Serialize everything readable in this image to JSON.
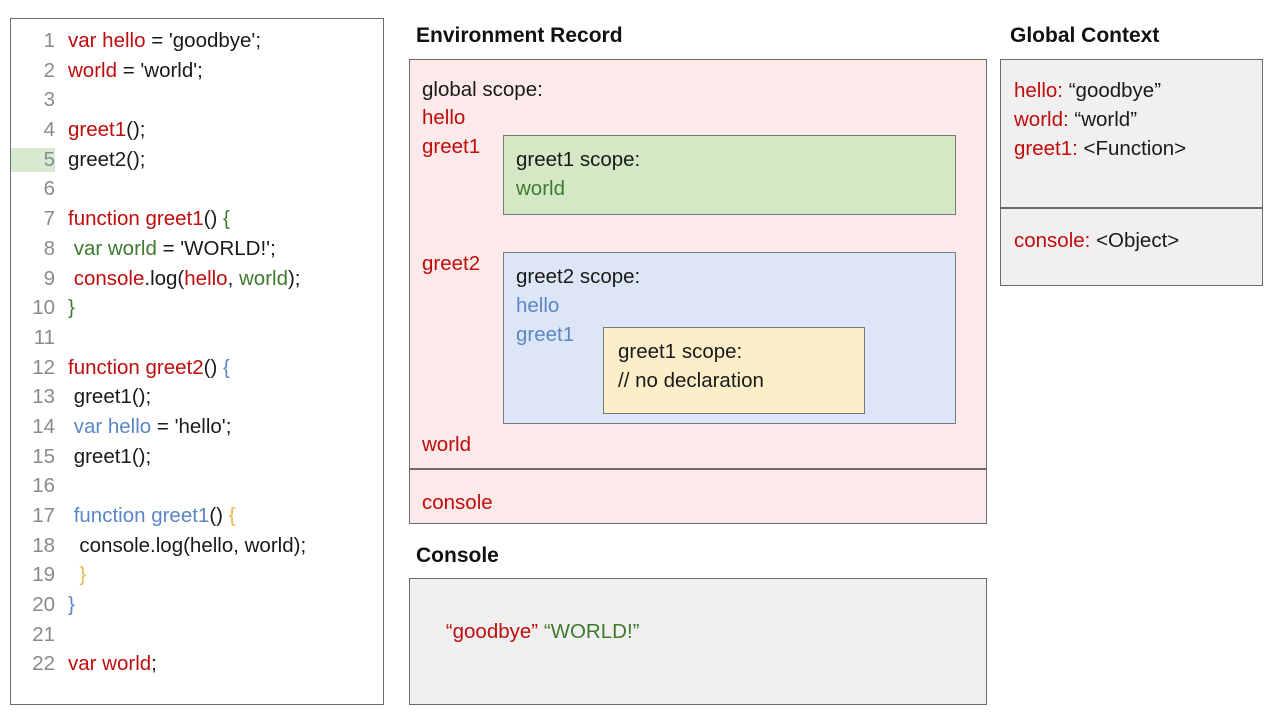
{
  "code_panel": {
    "highlighted_line": 5,
    "lines": [
      {
        "n": "1",
        "tokens": [
          {
            "t": "var hello",
            "c": "r"
          },
          {
            "t": " = 'goodbye';",
            "c": "k"
          }
        ]
      },
      {
        "n": "2",
        "tokens": [
          {
            "t": "world",
            "c": "r"
          },
          {
            "t": " = 'world';",
            "c": "k"
          }
        ]
      },
      {
        "n": "3",
        "tokens": [
          {
            "t": "",
            "c": "k"
          }
        ]
      },
      {
        "n": "4",
        "tokens": [
          {
            "t": "greet1",
            "c": "r"
          },
          {
            "t": "();",
            "c": "k"
          }
        ]
      },
      {
        "n": "5",
        "tokens": [
          {
            "t": "greet2();",
            "c": "k"
          }
        ]
      },
      {
        "n": "6",
        "tokens": [
          {
            "t": "",
            "c": "k"
          }
        ]
      },
      {
        "n": "7",
        "tokens": [
          {
            "t": "function greet1",
            "c": "r"
          },
          {
            "t": "() ",
            "c": "k"
          },
          {
            "t": "{",
            "c": "g"
          }
        ]
      },
      {
        "n": "8",
        "tokens": [
          {
            "t": " ",
            "c": "k"
          },
          {
            "t": "var world",
            "c": "g"
          },
          {
            "t": " = 'WORLD!';",
            "c": "k"
          }
        ]
      },
      {
        "n": "9",
        "tokens": [
          {
            "t": " ",
            "c": "k"
          },
          {
            "t": "console",
            "c": "r"
          },
          {
            "t": ".log(",
            "c": "k"
          },
          {
            "t": "hello",
            "c": "r"
          },
          {
            "t": ", ",
            "c": "k"
          },
          {
            "t": "world",
            "c": "g"
          },
          {
            "t": ");",
            "c": "k"
          }
        ]
      },
      {
        "n": "10",
        "tokens": [
          {
            "t": "}",
            "c": "g"
          }
        ]
      },
      {
        "n": "11",
        "tokens": [
          {
            "t": "",
            "c": "k"
          }
        ]
      },
      {
        "n": "12",
        "tokens": [
          {
            "t": "function greet2",
            "c": "r"
          },
          {
            "t": "() ",
            "c": "k"
          },
          {
            "t": "{",
            "c": "b"
          }
        ]
      },
      {
        "n": "13",
        "tokens": [
          {
            "t": " greet1();",
            "c": "k"
          }
        ]
      },
      {
        "n": "14",
        "tokens": [
          {
            "t": " ",
            "c": "k"
          },
          {
            "t": "var hello",
            "c": "b"
          },
          {
            "t": " = 'hello';",
            "c": "k"
          }
        ]
      },
      {
        "n": "15",
        "tokens": [
          {
            "t": " greet1();",
            "c": "k"
          }
        ]
      },
      {
        "n": "16",
        "tokens": [
          {
            "t": "",
            "c": "k"
          }
        ]
      },
      {
        "n": "17",
        "tokens": [
          {
            "t": " ",
            "c": "k"
          },
          {
            "t": "function greet1",
            "c": "b"
          },
          {
            "t": "() ",
            "c": "k"
          },
          {
            "t": "{",
            "c": "o"
          }
        ]
      },
      {
        "n": "18",
        "tokens": [
          {
            "t": "  console.log(hello, world);",
            "c": "k"
          }
        ]
      },
      {
        "n": "19",
        "tokens": [
          {
            "t": "  ",
            "c": "k"
          },
          {
            "t": "}",
            "c": "o"
          }
        ]
      },
      {
        "n": "20",
        "tokens": [
          {
            "t": "}",
            "c": "b"
          }
        ]
      },
      {
        "n": "21",
        "tokens": [
          {
            "t": "",
            "c": "k"
          }
        ]
      },
      {
        "n": "22",
        "tokens": [
          {
            "t": "var world",
            "c": "r"
          },
          {
            "t": ";",
            "c": "k"
          }
        ]
      }
    ]
  },
  "environment_record": {
    "title": "Environment Record",
    "global_scope_label": "global scope:",
    "bindings": [
      "hello",
      "greet1",
      "greet2",
      "world"
    ],
    "console_binding": "console",
    "greet1_scope": {
      "title": "greet1 scope:",
      "bindings": [
        "world"
      ]
    },
    "greet2_scope": {
      "title": "greet2 scope:",
      "bindings": [
        "hello",
        "greet1"
      ],
      "nested_greet1_scope": {
        "title": "greet1 scope:",
        "note": "// no declaration"
      }
    }
  },
  "global_context": {
    "title": "Global Context",
    "entries": [
      {
        "key": "hello:",
        "value": "“goodbye”"
      },
      {
        "key": "world:",
        "value": "“world”"
      },
      {
        "key": "greet1:",
        "value": "<Function>"
      }
    ],
    "object_entry": {
      "key": "console:",
      "value": "<Object>"
    }
  },
  "console": {
    "title": "Console",
    "outputs": [
      {
        "text": "“goodbye”",
        "color": "red"
      },
      {
        "text": "“WORLD!”",
        "color": "green"
      }
    ]
  },
  "colors": {
    "red": "#c00c0c",
    "green": "#3f7a2e",
    "blue": "#5b87c7",
    "orange": "#e8b84b",
    "pink_panel": "#fce9e9",
    "green_box": "#d4e8c6",
    "blue_box": "#dce6f6",
    "yellow_box": "#fceec9",
    "gray_panel": "#f0f0f0",
    "line_highlight": "#d9ead3"
  }
}
